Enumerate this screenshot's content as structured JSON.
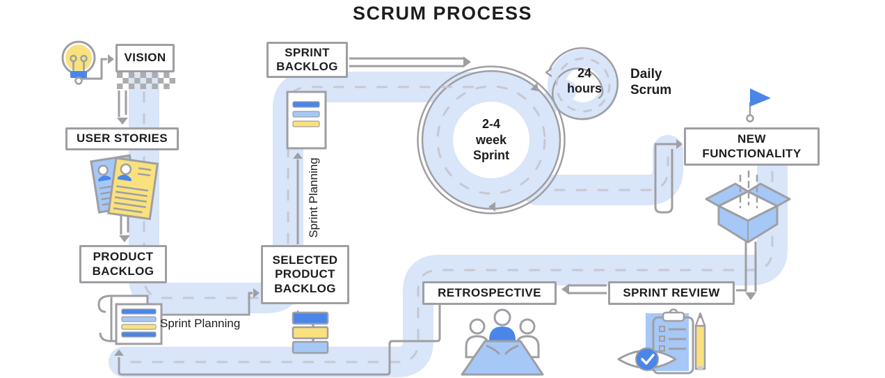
{
  "title": "SCRUM PROCESS",
  "boxes": {
    "vision": "VISION",
    "user_stories": "USER STORIES",
    "product_backlog": "PRODUCT\nBACKLOG",
    "sprint_backlog": "SPRINT\nBACKLOG",
    "selected_product_backlog": "SELECTED\nPRODUCT\nBACKLOG",
    "new_functionality": "NEW\nFUNCTIONALITY",
    "sprint_review": "SPRINT REVIEW",
    "retrospective": "RETROSPECTIVE"
  },
  "labels": {
    "sprint_planning_bottom": "Sprint Planning",
    "sprint_planning_vertical": "Sprint Planning",
    "sprint_duration": "2-4\nweek\nSprint",
    "daily_cycle": "24\nhours",
    "daily_scrum": "Daily\nScrum"
  },
  "icons": {
    "lightbulb": "idea lightbulb beside VISION",
    "checkered_flag": "race start strip under VISION",
    "user_story_cards": "two tilted person-document cards",
    "backlog_scroll": "scroll list with colored bars",
    "sprint_backlog_doc": "document with colored bars",
    "sync_bars": "three stacked bars with circular arrow",
    "sprint_spiral": "2-4 week sprint loop road",
    "daily_scrum_loop": "24 hours spiral road",
    "finish_flag": "blue pennant flag on pole",
    "open_box": "open shipping box releasing items",
    "review_clipboard": "clipboard with checklist, eye and pencil",
    "retrospective_meeting": "three people at a table"
  },
  "colors": {
    "road": "#D9E5F8",
    "dash": "#C6C7D2",
    "outline": "#9E9EA3",
    "blue": "#4A86E8",
    "light_blue": "#A6C8F7",
    "yellow": "#F9E17D",
    "text": "#1D1D1F"
  }
}
